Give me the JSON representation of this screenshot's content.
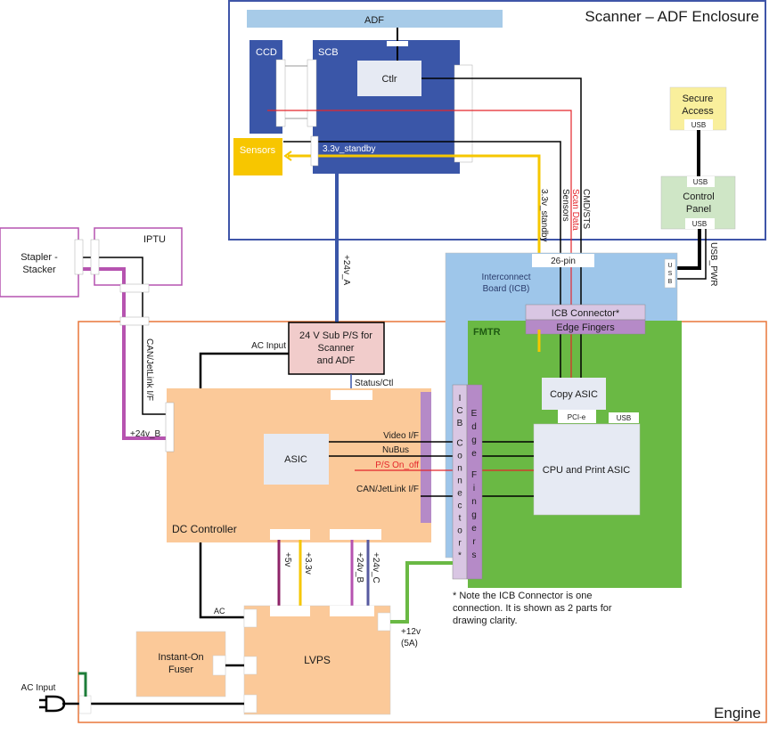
{
  "enclosures": {
    "scanner": "Scanner – ADF Enclosure",
    "engine": "Engine"
  },
  "blocks": {
    "adf": "ADF",
    "ccd": "CCD",
    "scb": "SCB",
    "ctlr": "Ctlr",
    "sensors": "Sensors",
    "secure_access": [
      "Secure",
      "Access"
    ],
    "control_panel": [
      "Control",
      "Panel"
    ],
    "usb": "USB",
    "stapler": [
      "Stapler -",
      "Stacker"
    ],
    "iptu": "IPTU",
    "icb": [
      "Interconnect",
      "Board (ICB)"
    ],
    "pin26": "26-pin",
    "icb_connector": "ICB Connector*",
    "edge_fingers": "Edge Fingers",
    "fmtr": "FMTR",
    "copy_asic": "Copy ASIC",
    "pcie": "PCI-e",
    "cpu": "CPU and Print ASIC",
    "sub_ps": [
      "24 V Sub P/S for",
      "Scanner",
      "and ADF"
    ],
    "dc_controller": "DC Controller",
    "asic": "ASIC",
    "lvps": "LVPS",
    "fuser": [
      "Instant-On",
      "Fuser"
    ],
    "icb_connector_vertical": "ICB Connector*",
    "edge_fingers_vertical": "Edge Fingers",
    "usb_vertical": "USB"
  },
  "signals": {
    "standby_33": "3.3v_standby",
    "standby_33_vert": "3.3v_standby",
    "sensors": "Sensors",
    "scan_data": "Scan Data",
    "cmd_sts": "CMD/STS",
    "usb_pwr": "USB_PWR",
    "v24a": "+24v_A",
    "ac_input_sub": "AC Input",
    "status_ctl": "Status/Ctl",
    "video_if": "Video I/F",
    "nubus": "NuBus",
    "ps_onoff": "P/S On_off",
    "can_jetlink": "CAN/JetLink I/F",
    "can_jetlink_vert": "CAN/JetLink I/F",
    "v24b_left": "+24v_B",
    "v5": "+5v",
    "v33": "+3.3v",
    "v24b": "+24v_B",
    "v24c": "+24v_C",
    "ac": "AC",
    "v12": "+12v",
    "v12_amp": "(5A)",
    "ac_input": "AC Input"
  },
  "note": [
    "* Note the ICB Connector is one",
    "connection.  It is shown as 2 parts for",
    "drawing clarity."
  ],
  "colors": {
    "scanner_border": "#3f55a8",
    "engine_border": "#e8773a",
    "scb_blue": "#3a56a8",
    "adf_blue": "#a7cbe8",
    "icb_blue": "#9ec6ea",
    "fmtr_green": "#6ab944",
    "orange_block": "#fbc999",
    "sub_ps_pink": "#f1cccb",
    "purple": "#b58ac7",
    "light_purple": "#d9c6e3",
    "magenta": "#b653b0",
    "yellow": "#f6c700",
    "red": "#e4262b",
    "green_wire": "#6ab944",
    "sensors_yellow": "#f7c600",
    "secure_yellow": "#f9ef9c",
    "panel_green": "#cfe6c6"
  }
}
